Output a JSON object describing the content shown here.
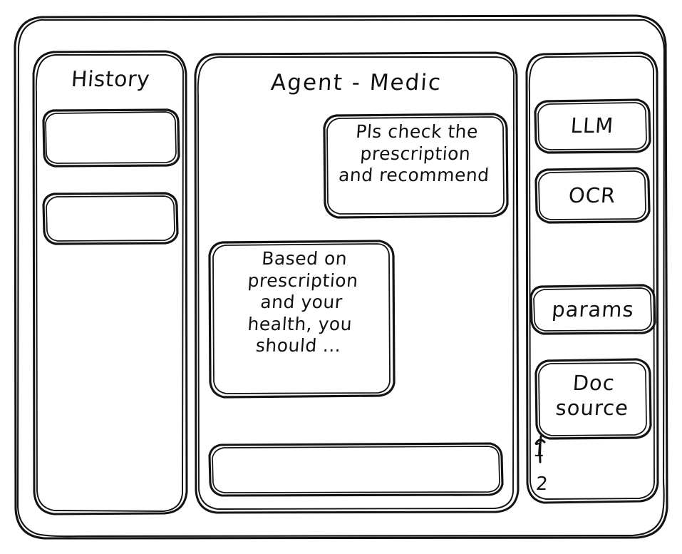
{
  "window": {
    "name": "agent-medic-wireframe",
    "style": "hand-drawn-wireframe",
    "stroke_color": "#131313",
    "background_color": "#ffffff"
  },
  "sidebar": {
    "title": "History",
    "items": [
      {
        "label": ""
      },
      {
        "label": ""
      }
    ]
  },
  "main": {
    "title": "Agent - Medic",
    "messages": [
      {
        "role": "user",
        "text": "Pls check the\nprescription\nand recommend"
      },
      {
        "role": "assistant",
        "text": "Based on\nprescription\nand your\nhealth, you\nshould ..."
      }
    ],
    "composer": {
      "value": "",
      "placeholder": ""
    }
  },
  "tools": {
    "items": [
      {
        "label": "LLM"
      },
      {
        "label": "OCR"
      },
      {
        "label": "params"
      },
      {
        "label": "Doc\nsource"
      }
    ],
    "source_list": [
      {
        "label": "1"
      },
      {
        "label": "2"
      }
    ]
  }
}
